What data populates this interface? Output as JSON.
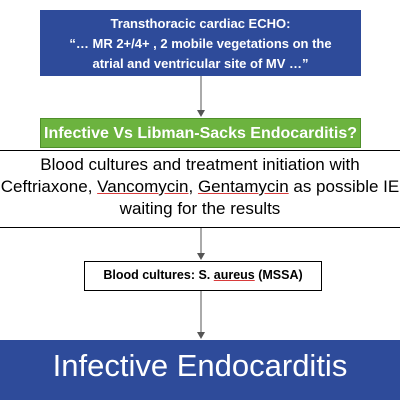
{
  "echo": {
    "line1": "Transthoracic cardiac ECHO:",
    "line2": "“… MR 2+/4+ ,  2 mobile vegetations on the",
    "line3": "atrial and ventricular site of MV …”"
  },
  "question": {
    "label": "Infective Vs Libman-Sacks Endocarditis?"
  },
  "plan": {
    "line1": "Blood cultures and treatment initiation with",
    "line2_prefix": "Ceftriaxone, ",
    "line2_vanco": "Vancomycin",
    "line2_mid": ", ",
    "line2_genta": "Gentamycin",
    "line2_suffix": " as possible IE",
    "line3": "waiting for the results"
  },
  "result": {
    "prefix": "Blood cultures: S. ",
    "organism": "aureus",
    "suffix": " (MSSA)"
  },
  "diagnosis": {
    "label": "Infective Endocarditis"
  },
  "colors": {
    "blue_box": "#2e4b9a",
    "green_box": "#6cb33f",
    "arrow": "#555555"
  }
}
